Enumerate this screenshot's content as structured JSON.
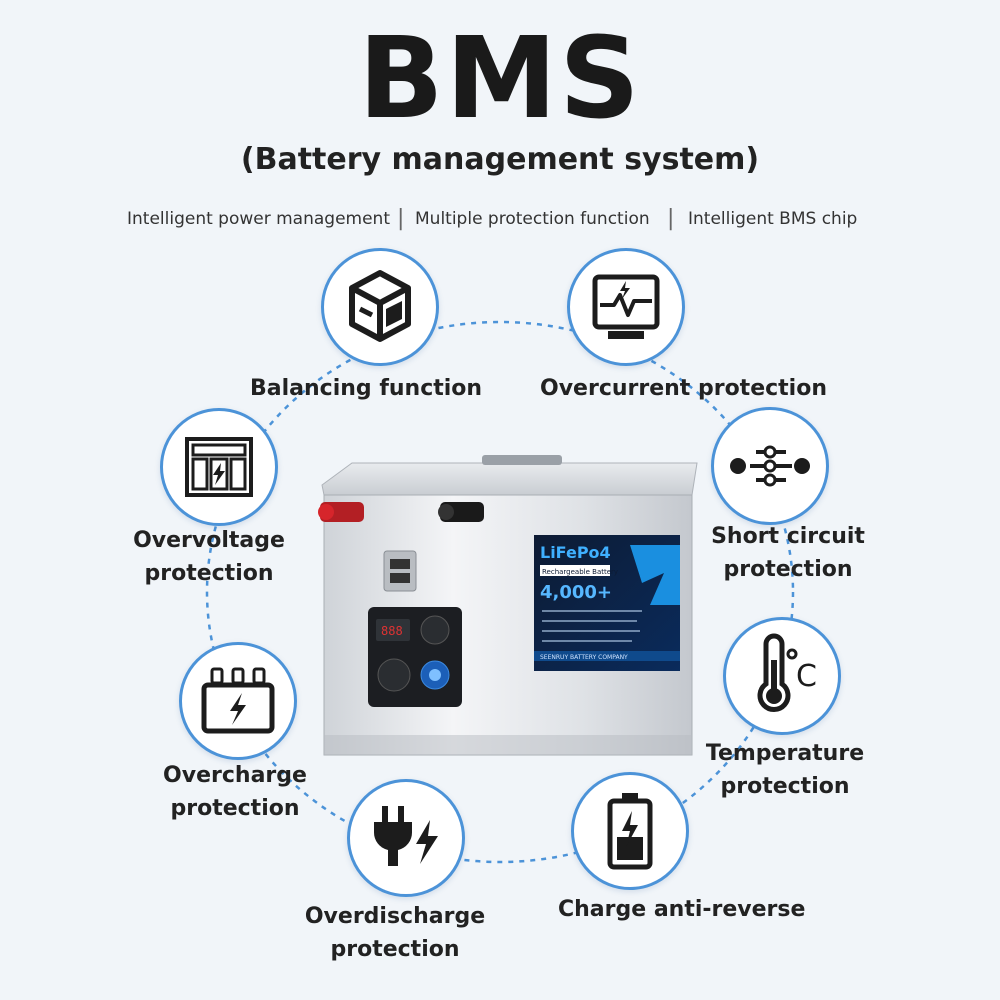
{
  "header": {
    "title": "BMS",
    "subtitle": "(Battery management system)"
  },
  "features": [
    "Intelligent power management",
    "Multiple protection function",
    "Intelligent BMS chip"
  ],
  "separator": "|",
  "functions": [
    {
      "label": "Balancing function",
      "icon": "cube-icon"
    },
    {
      "label": "Overcurrent protection",
      "icon": "monitor-lightning-icon"
    },
    {
      "label": "Short circuit protection",
      "icon": "circuit-sliders-icon"
    },
    {
      "label": "Temperature protection",
      "icon": "thermometer-celsius-icon"
    },
    {
      "label": "Charge anti-reverse",
      "icon": "battery-charge-icon"
    },
    {
      "label": "Overdischarge protection",
      "icon": "plug-lightning-icon"
    },
    {
      "label": "Overcharge protection",
      "icon": "charger-lightning-icon"
    },
    {
      "label": "Overvoltage protection",
      "icon": "voltage-module-icon"
    }
  ],
  "product": {
    "brand_label": "LiFePo4",
    "tagline": "Rechargeable Battery",
    "cycles": "4,000+",
    "company": "SEENRUY BATTERY COMPANY",
    "accent_color": "#1a8fe0"
  },
  "colors": {
    "ring": "#4c93d8",
    "background": "#f1f5f9"
  }
}
